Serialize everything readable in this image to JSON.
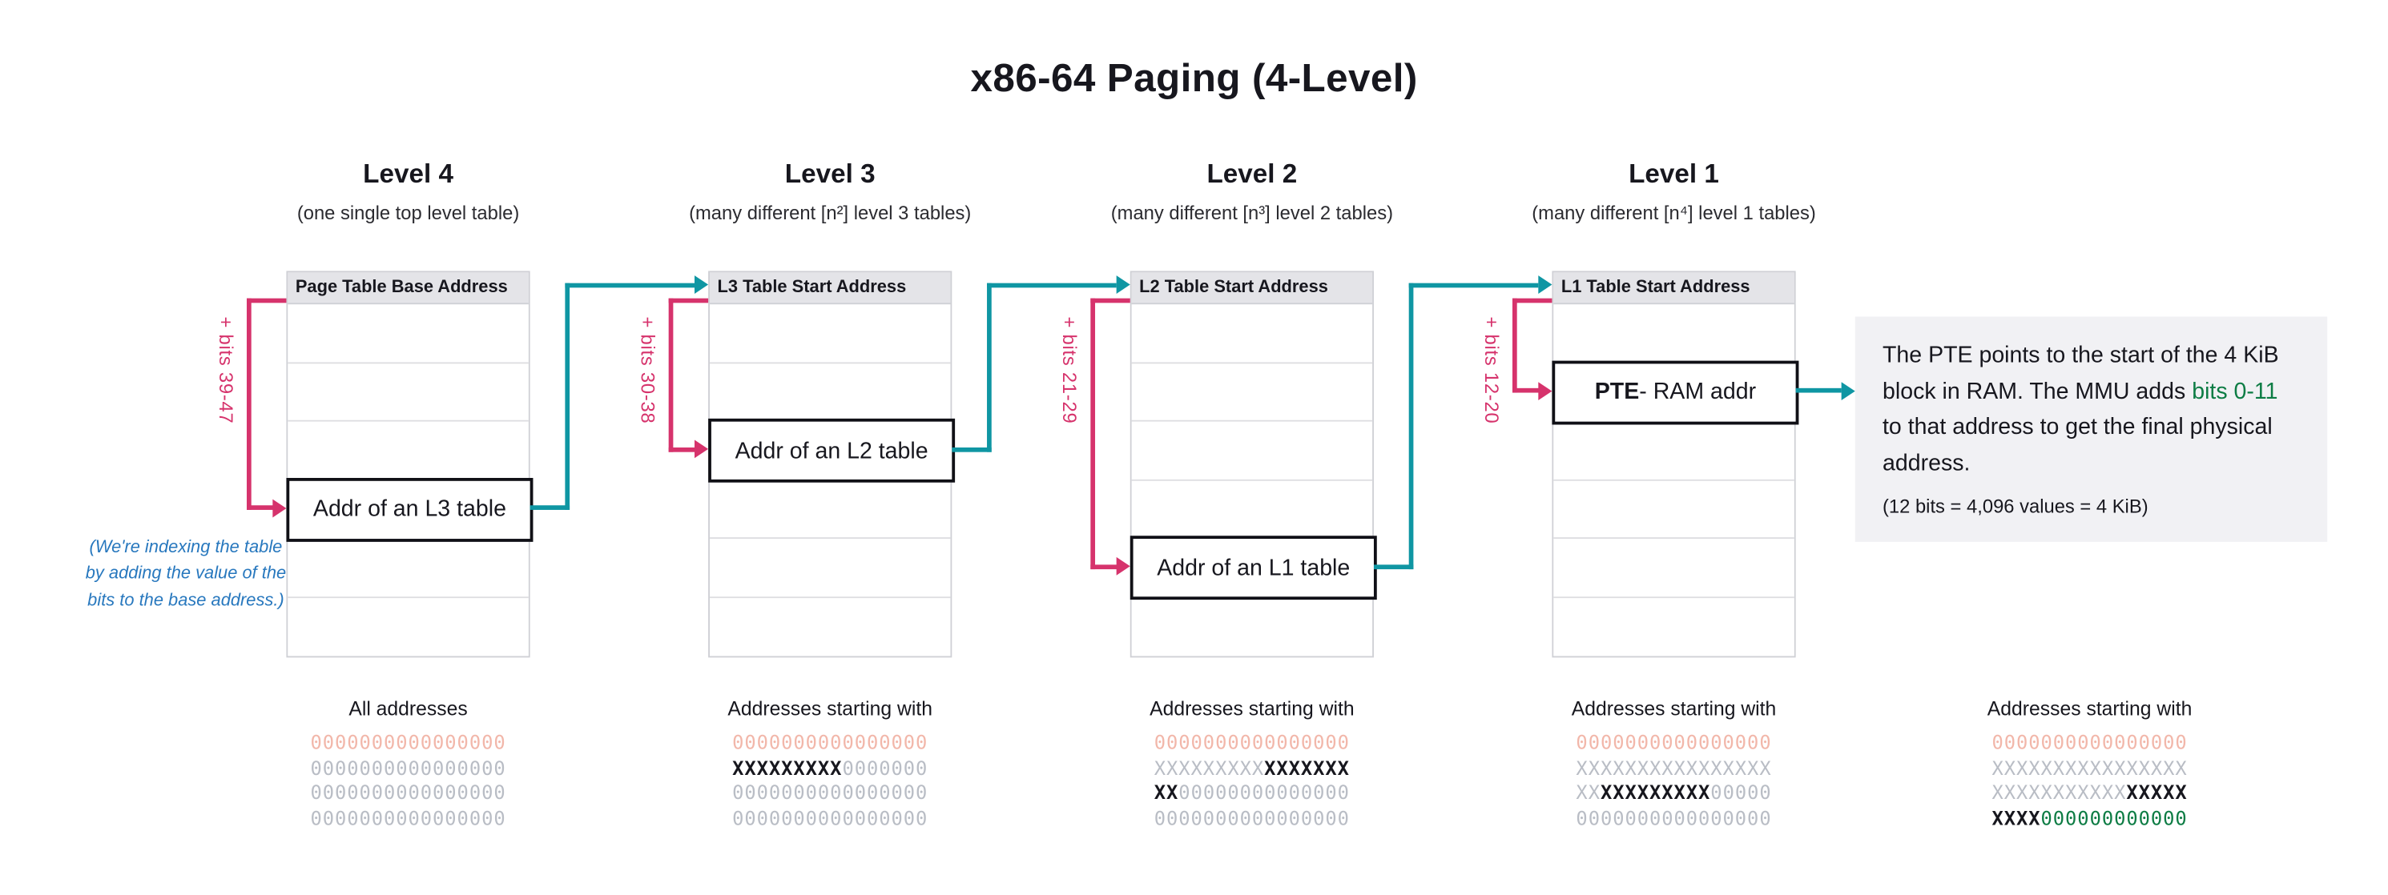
{
  "title": "x86-64 Paging (4-Level)",
  "columns": [
    {
      "level": "Level 4",
      "subtitle": "(one single top level table)",
      "table_header": "Page Table Base Address",
      "bits_label": "+ bits 39-47",
      "highlight": {
        "row": 3,
        "segments": [
          {
            "text": "Addr of an L3 table"
          }
        ]
      }
    },
    {
      "level": "Level 3",
      "subtitle": "(many different [n²] level 3 tables)",
      "table_header": "L3 Table Start Address",
      "bits_label": "+ bits 30-38",
      "highlight": {
        "row": 2,
        "segments": [
          {
            "text": "Addr of an L2 table"
          }
        ]
      }
    },
    {
      "level": "Level 2",
      "subtitle": "(many different [n³] level 2 tables)",
      "table_header": "L2 Table Start Address",
      "bits_label": "+ bits 21-29",
      "highlight": {
        "row": 4,
        "segments": [
          {
            "text": "Addr of an L1 table"
          }
        ]
      }
    },
    {
      "level": "Level 1",
      "subtitle": "(many different [n⁴] level 1 tables)",
      "table_header": "L1 Table Start Address",
      "bits_label": "+ bits 12-20",
      "highlight": {
        "row": 1,
        "segments": [
          {
            "text": "PTE",
            "bold": true
          },
          {
            "text": " - RAM addr"
          }
        ]
      }
    }
  ],
  "indexing_note": {
    "lines": [
      "(We're indexing the table",
      "by adding the value of the",
      "bits to the base address.)"
    ]
  },
  "pte_box": {
    "segments": [
      {
        "text": "The PTE points to the start of the 4 KiB block in RAM. The MMU adds "
      },
      {
        "text": "bits 0-11",
        "color": "green"
      },
      {
        "text": " to that address to get the final physical address."
      }
    ],
    "footnote": "(12 bits = 4,096 values = 4 KiB)"
  },
  "address_columns": [
    {
      "title": "All addresses",
      "rows": [
        [
          {
            "text": "0000000000000000",
            "color": "pink"
          }
        ],
        [
          {
            "text": "0000000000000000",
            "color": "gray"
          }
        ],
        [
          {
            "text": "0000000000000000",
            "color": "gray"
          }
        ],
        [
          {
            "text": "0000000000000000",
            "color": "gray"
          }
        ]
      ]
    },
    {
      "title": "Addresses starting with",
      "rows": [
        [
          {
            "text": "0000000000000000",
            "color": "pink"
          }
        ],
        [
          {
            "text": "XXXXXXXXX",
            "color": "black"
          },
          {
            "text": "0000000",
            "color": "gray"
          }
        ],
        [
          {
            "text": "0000000000000000",
            "color": "gray"
          }
        ],
        [
          {
            "text": "0000000000000000",
            "color": "gray"
          }
        ]
      ]
    },
    {
      "title": "Addresses starting with",
      "rows": [
        [
          {
            "text": "0000000000000000",
            "color": "pink"
          }
        ],
        [
          {
            "text": "XXXXXXXXX",
            "color": "gray"
          },
          {
            "text": "XXXXXXX",
            "color": "black"
          }
        ],
        [
          {
            "text": "XX",
            "color": "black"
          },
          {
            "text": "00000000000000",
            "color": "gray"
          }
        ],
        [
          {
            "text": "0000000000000000",
            "color": "gray"
          }
        ]
      ]
    },
    {
      "title": "Addresses starting with",
      "rows": [
        [
          {
            "text": "0000000000000000",
            "color": "pink"
          }
        ],
        [
          {
            "text": "XXXXXXXXXXXXXXXX",
            "color": "gray"
          }
        ],
        [
          {
            "text": "XX",
            "color": "gray"
          },
          {
            "text": "XXXXXXXXX",
            "color": "black"
          },
          {
            "text": "00000",
            "color": "gray"
          }
        ],
        [
          {
            "text": "0000000000000000",
            "color": "gray"
          }
        ]
      ]
    },
    {
      "title": "Addresses starting with",
      "rows": [
        [
          {
            "text": "0000000000000000",
            "color": "pink"
          }
        ],
        [
          {
            "text": "XXXXXXXXXXXXXXXX",
            "color": "gray"
          }
        ],
        [
          {
            "text": "XXXXXXXXXXX",
            "color": "gray"
          },
          {
            "text": "XXXXX",
            "color": "black"
          }
        ],
        [
          {
            "text": "XXXX",
            "color": "black"
          },
          {
            "text": "000000000000",
            "color": "green"
          }
        ]
      ]
    }
  ],
  "colors": {
    "pink_arrow": "#d6336c",
    "teal_arrow": "#0f96a3",
    "green_text": "#0d7c44",
    "note_blue": "#2878be",
    "faded_pink": "#f2b7aa",
    "dim_gray": "#b9bdc5"
  }
}
